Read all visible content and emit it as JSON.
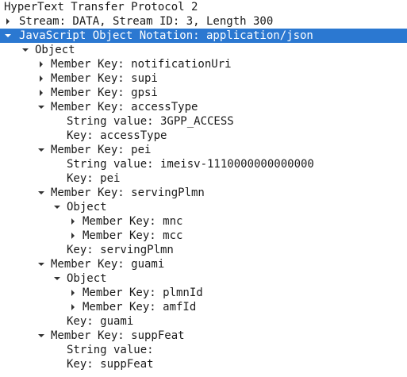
{
  "colors": {
    "selected_bg": "#2b78d1",
    "selected_fg": "#ffffff",
    "text": "#1a1a1a",
    "background": "#ffffff"
  },
  "tree": [
    {
      "level": 0,
      "expander": "none",
      "label": "HyperText Transfer Protocol 2",
      "name": "http2-row"
    },
    {
      "level": 0,
      "expander": "collapsed",
      "label": "Stream: DATA, Stream ID: 3, Length 300",
      "name": "stream-data-row"
    },
    {
      "level": 0,
      "expander": "expanded",
      "label": "JavaScript Object Notation: application/json",
      "name": "json-row",
      "selected": true
    },
    {
      "level": 1,
      "expander": "expanded",
      "label": "Object",
      "name": "object-row"
    },
    {
      "level": 2,
      "expander": "collapsed",
      "label": "Member Key: notificationUri",
      "name": "member-notificationuri"
    },
    {
      "level": 2,
      "expander": "collapsed",
      "label": "Member Key: supi",
      "name": "member-supi"
    },
    {
      "level": 2,
      "expander": "collapsed",
      "label": "Member Key: gpsi",
      "name": "member-gpsi"
    },
    {
      "level": 2,
      "expander": "expanded",
      "label": "Member Key: accessType",
      "name": "member-accesstype"
    },
    {
      "level": 3,
      "expander": "none",
      "label": "String value: 3GPP_ACCESS",
      "name": "accesstype-string-value"
    },
    {
      "level": 3,
      "expander": "none",
      "label": "Key: accessType",
      "name": "accesstype-key"
    },
    {
      "level": 2,
      "expander": "expanded",
      "label": "Member Key: pei",
      "name": "member-pei"
    },
    {
      "level": 3,
      "expander": "none",
      "label": "String value: imeisv-1110000000000000",
      "name": "pei-string-value"
    },
    {
      "level": 3,
      "expander": "none",
      "label": "Key: pei",
      "name": "pei-key"
    },
    {
      "level": 2,
      "expander": "expanded",
      "label": "Member Key: servingPlmn",
      "name": "member-servingplmn"
    },
    {
      "level": 3,
      "expander": "expanded",
      "label": "Object",
      "name": "servingplmn-object"
    },
    {
      "level": 4,
      "expander": "collapsed",
      "label": "Member Key: mnc",
      "name": "member-mnc"
    },
    {
      "level": 4,
      "expander": "collapsed",
      "label": "Member Key: mcc",
      "name": "member-mcc"
    },
    {
      "level": 3,
      "expander": "none",
      "label": "Key: servingPlmn",
      "name": "servingplmn-key"
    },
    {
      "level": 2,
      "expander": "expanded",
      "label": "Member Key: guami",
      "name": "member-guami"
    },
    {
      "level": 3,
      "expander": "expanded",
      "label": "Object",
      "name": "guami-object"
    },
    {
      "level": 4,
      "expander": "collapsed",
      "label": "Member Key: plmnId",
      "name": "member-plmnid"
    },
    {
      "level": 4,
      "expander": "collapsed",
      "label": "Member Key: amfId",
      "name": "member-amfid"
    },
    {
      "level": 3,
      "expander": "none",
      "label": "Key: guami",
      "name": "guami-key"
    },
    {
      "level": 2,
      "expander": "expanded",
      "label": "Member Key: suppFeat",
      "name": "member-suppfeat"
    },
    {
      "level": 3,
      "expander": "none",
      "label": "String value:",
      "name": "suppfeat-string-value"
    },
    {
      "level": 3,
      "expander": "none",
      "label": "Key: suppFeat",
      "name": "suppfeat-key"
    }
  ]
}
